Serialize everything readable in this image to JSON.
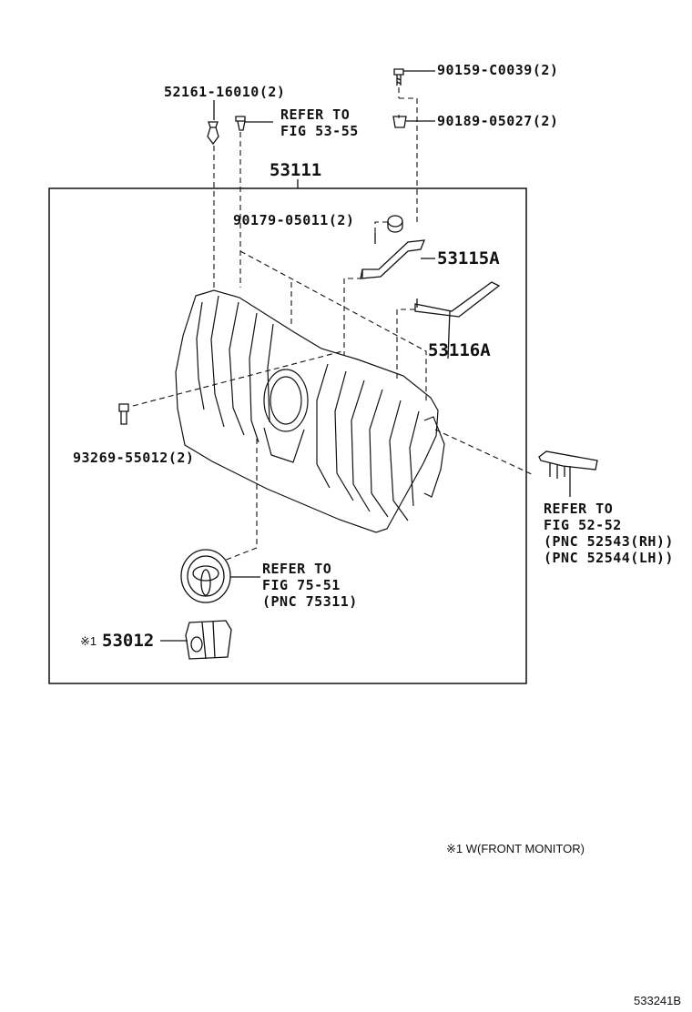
{
  "parts": {
    "p90159": "90159-C0039(2)",
    "p90189": "90189-05027(2)",
    "p52161": "52161-16010(2)",
    "p53111": "53111",
    "p90179": "90179-05011(2)",
    "p53115A": "53115A",
    "p53116A": "53116A",
    "p93269": "93269-55012(2)",
    "p53012": "53012",
    "p53012_mark": "※1"
  },
  "refs": {
    "fig5355": {
      "line1": "REFER TO",
      "line2": "FIG 53-55"
    },
    "fig5252": {
      "line1": "REFER TO",
      "line2": "FIG 52-52",
      "line3": "(PNC 52543(RH))",
      "line4": "(PNC 52544(LH))"
    },
    "fig7551": {
      "line1": "REFER TO",
      "line2": "FIG 75-51",
      "line3": "(PNC 75311)"
    }
  },
  "footnote": "※1 W(FRONT MONITOR)",
  "figure_id": "533241B"
}
